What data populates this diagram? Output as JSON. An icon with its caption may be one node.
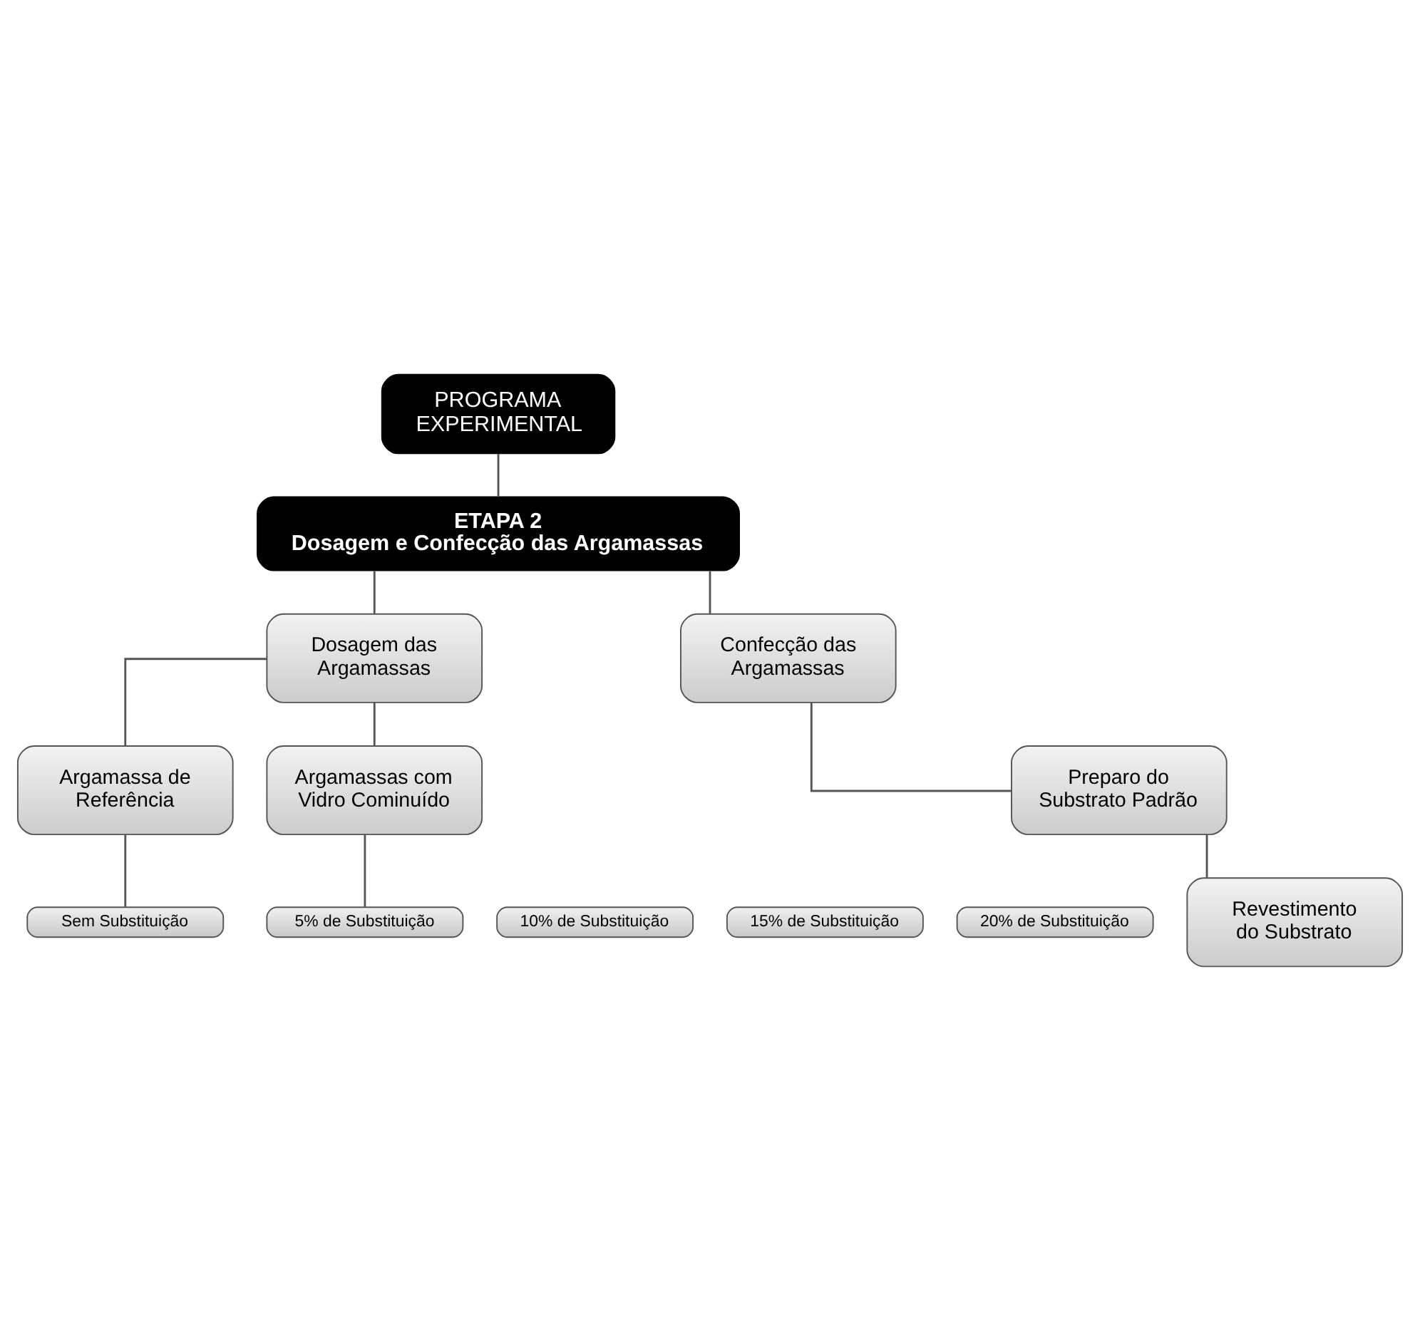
{
  "diagram": {
    "nodes": [
      {
        "text": [
          "PROGRAMA EXPERIMENTAL"
        ]
      },
      {
        "text": [
          "ETAPA 2",
          "Dosagem e Confecção das Argamassas"
        ]
      },
      {
        "text": [
          "Dosagem das Argamassas"
        ]
      },
      {
        "text": [
          "Confecção das Argamassas"
        ]
      },
      {
        "text": [
          "Argamassa de Referência"
        ]
      },
      {
        "text": [
          "Argamassas com Vidro Cominuído"
        ]
      },
      {
        "text": [
          "Preparo do Substrato Padrão"
        ]
      },
      {
        "text": [
          "Sem Substituição"
        ]
      },
      {
        "text": [
          "5% de Substituição"
        ]
      },
      {
        "text": [
          "10% de Substituição"
        ]
      },
      {
        "text": [
          "15% de Substituição"
        ]
      },
      {
        "text": [
          "20% de Substituição"
        ]
      },
      {
        "text": [
          "Revestimento do Substrato"
        ]
      }
    ],
    "edges": [
      {
        "from": 0,
        "to": 1,
        "arrow": "none"
      },
      {
        "from": 1,
        "to": 2,
        "arrow": "none"
      },
      {
        "from": 1,
        "to": 3,
        "arrow": "none"
      },
      {
        "from": 2,
        "to": 4,
        "arrow": "none"
      },
      {
        "from": 2,
        "to": 5,
        "arrow": "none"
      },
      {
        "from": 3,
        "to": 6,
        "arrow": "none"
      },
      {
        "from": 4,
        "to": 7,
        "arrow": "none"
      },
      {
        "from": 5,
        "to": 8,
        "arrow": "none"
      },
      {
        "from": 6,
        "to": 12,
        "arrow": "none"
      }
    ]
  }
}
